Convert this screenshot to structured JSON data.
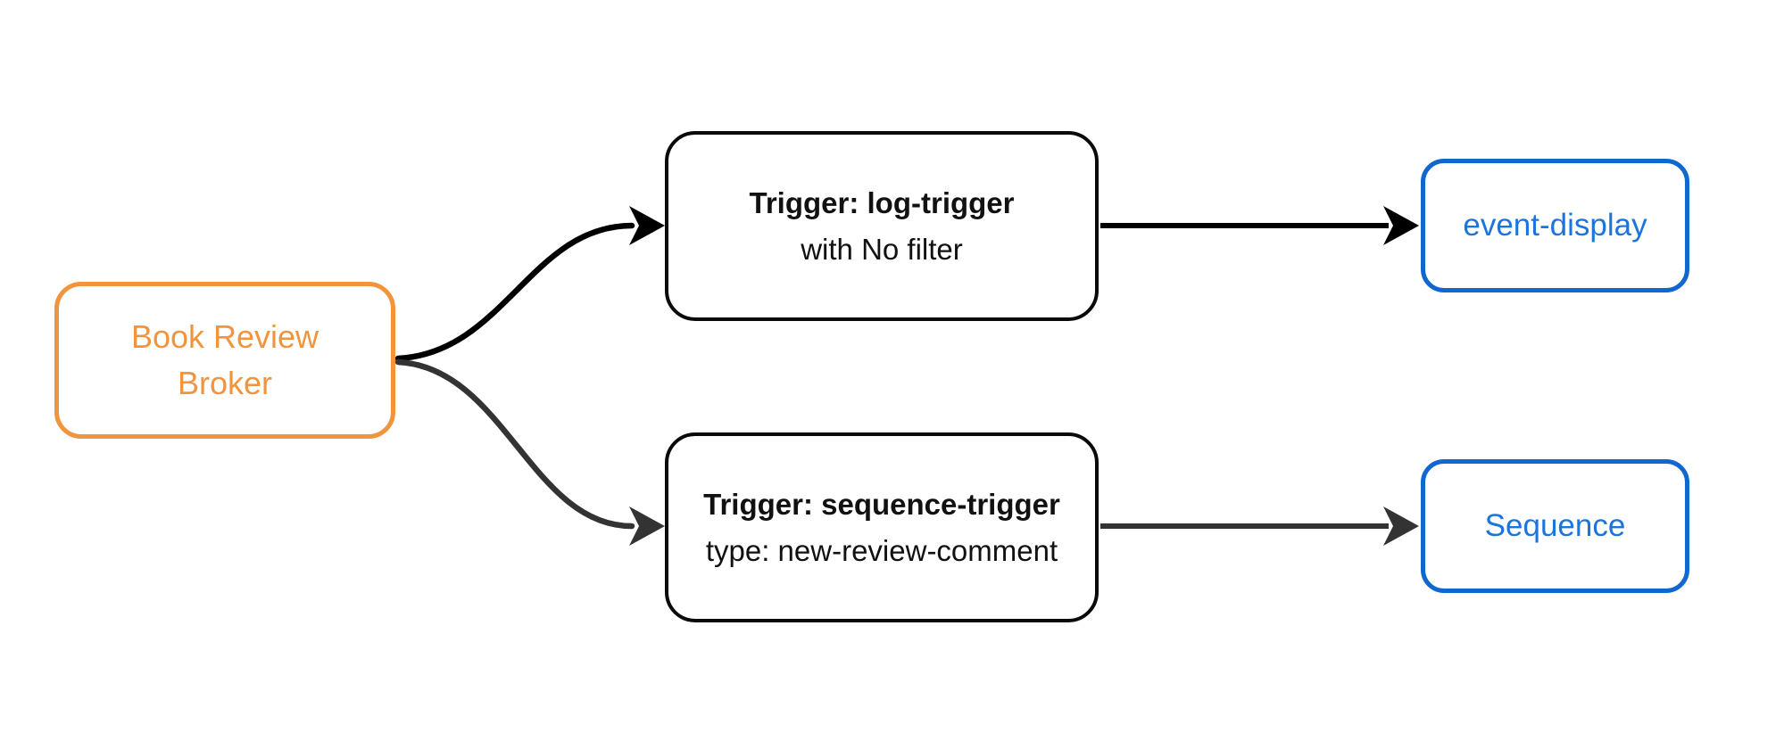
{
  "diagram": {
    "type": "flowchart",
    "background": "#ffffff",
    "nodes": {
      "broker": {
        "label": "Book Review Broker",
        "lines": [
          "Book Review",
          "Broker"
        ],
        "border_color": "#F0953E",
        "text_color": "#F0953E",
        "fill": "#ffffff"
      },
      "trigger_log": {
        "title": "Trigger: log-trigger",
        "subtitle": "with No filter",
        "border_color": "#0a0a0a",
        "text_color": "#111111",
        "fill": "#ffffff"
      },
      "trigger_sequence": {
        "title": "Trigger: sequence-trigger",
        "subtitle": "type: new-review-comment",
        "border_color": "#0a0a0a",
        "text_color": "#111111",
        "fill": "#ffffff"
      },
      "event_display": {
        "label": "event-display",
        "border_color": "#1067D0",
        "text_color": "#1C75DC",
        "fill": "#ffffff"
      },
      "sequence": {
        "label": "Sequence",
        "border_color": "#1067D0",
        "text_color": "#1C75DC",
        "fill": "#ffffff"
      }
    },
    "edges": [
      {
        "from": "broker",
        "to": "trigger_log",
        "color": "#000000"
      },
      {
        "from": "broker",
        "to": "trigger_sequence",
        "color": "#333333"
      },
      {
        "from": "trigger_log",
        "to": "event_display",
        "color": "#000000"
      },
      {
        "from": "trigger_sequence",
        "to": "sequence",
        "color": "#333333"
      }
    ]
  }
}
